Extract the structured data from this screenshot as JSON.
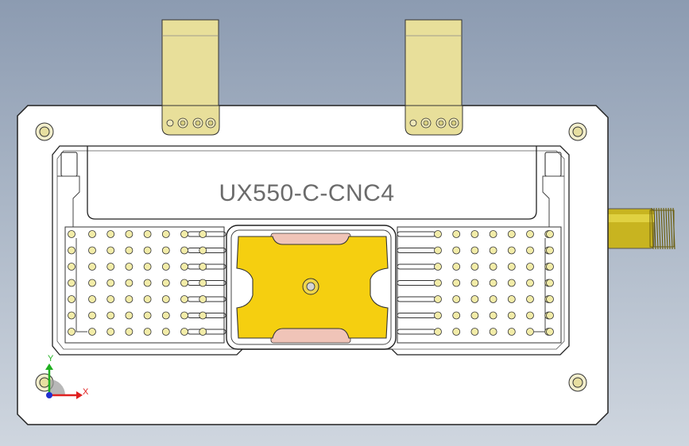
{
  "part": {
    "label": "UX550-C-CNC4"
  },
  "triad": {
    "x_label": "X",
    "y_label": "Y",
    "colors": {
      "x": "#e02020",
      "y": "#20b020",
      "z": "#2030d0"
    }
  },
  "colors": {
    "background_top": "#8c9bb1",
    "background_bottom": "#cfd6df",
    "plate": "#ffffff",
    "outline": "#222222",
    "brass": "#e8df9a",
    "gold_block": "#f5cf10",
    "copper_pads": "#f0c4b8",
    "connector": "#c8b420"
  },
  "pin_field": {
    "left_cols": 7,
    "right_cols": 7,
    "rows": 7
  }
}
